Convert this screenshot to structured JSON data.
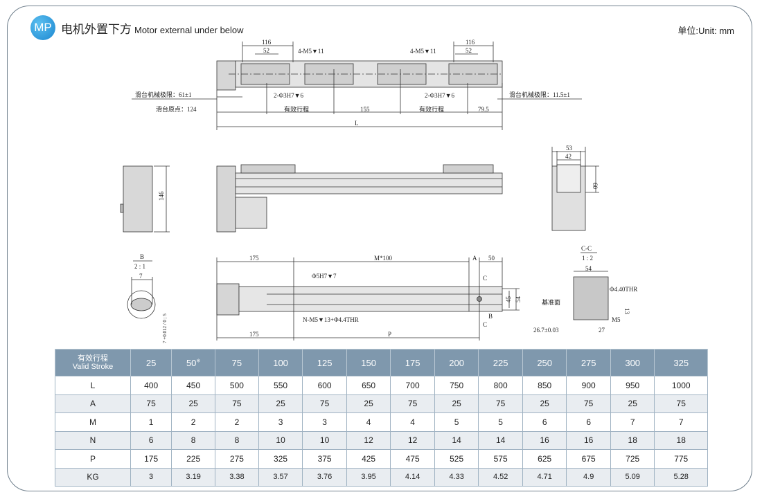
{
  "header": {
    "badge": "MP",
    "title_cn": "电机外置下方",
    "title_en": "Motor external under below",
    "unit": "单位:Unit: mm"
  },
  "drawing": {
    "top_view": {
      "d116_l": "116",
      "d52_l": "52",
      "hole_l": "4-M5▼11",
      "pin_l": "2-Φ3H7▼6",
      "limit_l": "滑台机械极限：61±1",
      "origin": "滑台原点：124",
      "stroke_l": "有效行程",
      "gap": "155",
      "d116_r": "116",
      "d52_r": "52",
      "hole_r": "4-M5▼11",
      "pin_r": "2-Φ3H7▼6",
      "stroke_r": "有效行程",
      "d79": "79.5",
      "limit_r": "滑台机械极限：11.5±1",
      "L": "L"
    },
    "left_view": {
      "h146": "146"
    },
    "end_view": {
      "w53": "53",
      "w42": "42",
      "h60": "60"
    },
    "bottom_view": {
      "d175_top": "175",
      "m100": "M*100",
      "A": "A",
      "d50": "50",
      "pin": "Φ5H7▼7",
      "cut_c": "C",
      "cut_c2": "C",
      "b_mark": "B",
      "holes": "N-M5▼13+Φ4.4THR",
      "h45": "45",
      "h54": "54",
      "d175_bot": "175",
      "P": "P"
    },
    "detail_b": {
      "title": "B",
      "scale": "2 : 1",
      "w7": "7",
      "h": "7 +0.012 / 0 ; 5"
    },
    "section_cc": {
      "title": "C-C",
      "scale": "1 : 2",
      "w54": "54",
      "thr": "Φ4.40THR",
      "ref": "基准面",
      "h13": "13",
      "m5": "M5",
      "d26": "26.7±0.03",
      "d27": "27"
    }
  },
  "table": {
    "header_cn": "有效行程",
    "header_en": "Valid Stroke",
    "strokes": [
      "25",
      "50",
      "75",
      "100",
      "125",
      "150",
      "175",
      "200",
      "225",
      "250",
      "275",
      "300",
      "325"
    ],
    "note_mark": "※",
    "rows": [
      {
        "label": "L",
        "values": [
          "400",
          "450",
          "500",
          "550",
          "600",
          "650",
          "700",
          "750",
          "800",
          "850",
          "900",
          "950",
          "1000"
        ]
      },
      {
        "label": "A",
        "values": [
          "75",
          "25",
          "75",
          "25",
          "75",
          "25",
          "75",
          "25",
          "75",
          "25",
          "75",
          "25",
          "75"
        ]
      },
      {
        "label": "M",
        "values": [
          "1",
          "2",
          "2",
          "3",
          "3",
          "4",
          "4",
          "5",
          "5",
          "6",
          "6",
          "7",
          "7"
        ]
      },
      {
        "label": "N",
        "values": [
          "6",
          "8",
          "8",
          "10",
          "10",
          "12",
          "12",
          "14",
          "14",
          "16",
          "16",
          "18",
          "18"
        ]
      },
      {
        "label": "P",
        "values": [
          "175",
          "225",
          "275",
          "325",
          "375",
          "425",
          "475",
          "525",
          "575",
          "625",
          "675",
          "725",
          "775"
        ]
      },
      {
        "label": "KG",
        "values": [
          "3",
          "3.19",
          "3.38",
          "3.57",
          "3.76",
          "3.95",
          "4.14",
          "4.33",
          "4.52",
          "4.71",
          "4.9",
          "5.09",
          "5.28"
        ]
      }
    ]
  }
}
